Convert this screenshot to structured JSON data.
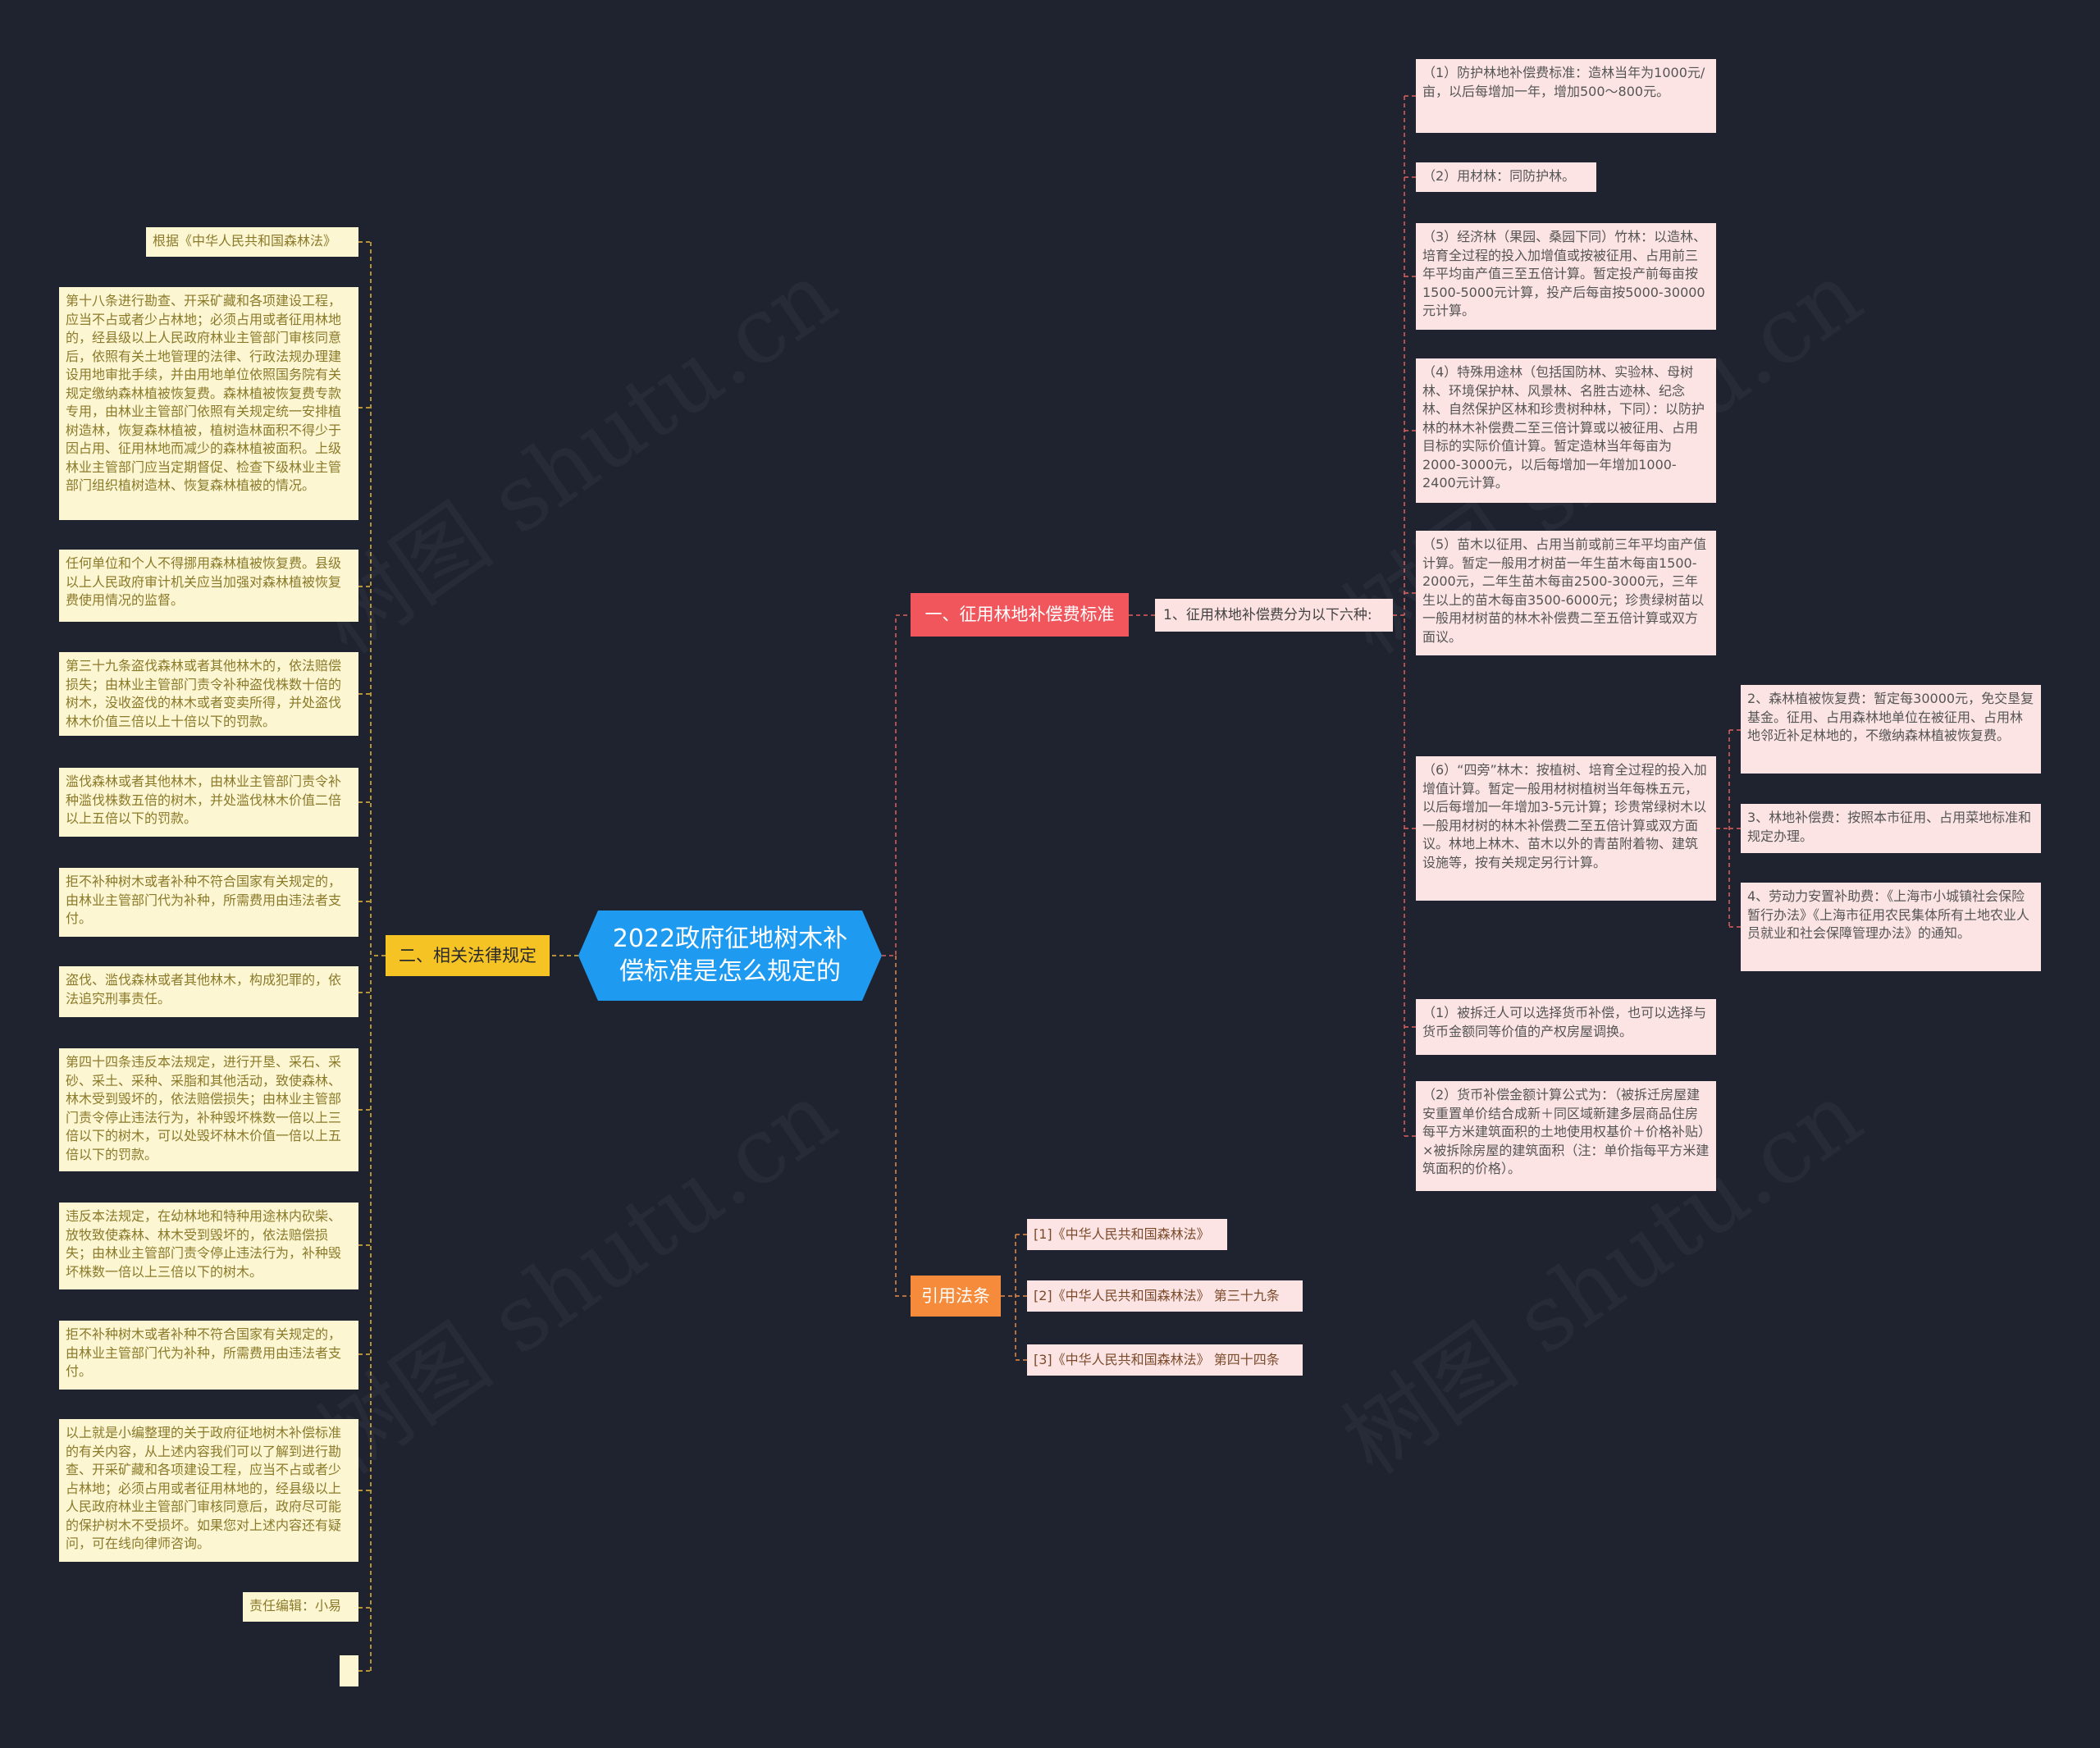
{
  "root": "2022政府征地树木补偿标准是怎么规定的",
  "branch1": {
    "label": "一、征用林地补偿费标准",
    "sub": "1、征用林地补偿费分为以下六种:",
    "items": [
      "（1）防护林地补偿费标准：造林当年为1000元/亩，以后每增加一年，增加500～800元。",
      "（2）用材林：同防护林。",
      "（3）经济林（果园、桑园下同）竹林：以造林、培育全过程的投入加增值或按被征用、占用前三年平均亩产值三至五倍计算。暂定投产前每亩按1500-5000元计算，投产后每亩按5000-30000元计算。",
      "（4）特殊用途林（包括国防林、实验林、母树林、环境保护林、风景林、名胜古迹林、纪念林、自然保护区林和珍贵树种林，下同）：以防护林的林木补偿费二至三倍计算或以被征用、占用目标的实际价值计算。暂定造林当年每亩为2000-3000元，以后每增加一年增加1000-2400元计算。",
      "（5）苗木以征用、占用当前或前三年平均亩产值计算。暂定一般用才树苗一年生苗木每亩1500-2000元，二年生苗木每亩2500-3000元，三年生以上的苗木每亩3500-6000元；珍贵绿树苗以一般用材树苗的林木补偿费二至五倍计算或双方面议。",
      "（6）“四旁”林木：按植树、培育全过程的投入加增值计算。暂定一般用材树植树当年每株五元，以后每增加一年增加3-5元计算；珍贵常绿树木以一般用材树的林木补偿费二至五倍计算或双方面议。林地上林木、苗木以外的青苗附着物、建筑设施等，按有关规定另行计算。",
      "（1）被拆迁人可以选择货币补偿，也可以选择与货币金额同等价值的产权房屋调换。",
      "（2）货币补偿金额计算公式为：（被拆迁房屋建安重置单价结合成新＋同区域新建多层商品住房每平方米建筑面积的土地使用权基价＋价格补贴）×被拆除房屋的建筑面积（注：单价指每平方米建筑面积的价格）。"
    ],
    "right": [
      "2、森林植被恢复费：暂定每30000元，免交垦复基金。征用、占用森林地单位在被征用、占用林地邻近补足林地的，不缴纳森林植被恢复费。",
      "3、林地补偿费：按照本市征用、占用菜地标准和规定办理。",
      "4、劳动力安置补助费：《上海市小城镇社会保险暂行办法》《上海市征用农民集体所有土地农业人员就业和社会保障管理办法》的通知。"
    ]
  },
  "branch2": {
    "label": "二、相关法律规定",
    "items": [
      "根据《中华人民共和国森林法》",
      "第十八条进行勘查、开采矿藏和各项建设工程，应当不占或者少占林地；必须占用或者征用林地的，经县级以上人民政府林业主管部门审核同意后，依照有关土地管理的法律、行政法规办理建设用地审批手续，并由用地单位依照国务院有关规定缴纳森林植被恢复费。森林植被恢复费专款专用，由林业主管部门依照有关规定统一安排植树造林，恢复森林植被，植树造林面积不得少于因占用、征用林地而减少的森林植被面积。上级林业主管部门应当定期督促、检查下级林业主管部门组织植树造林、恢复森林植被的情况。",
      "任何单位和个人不得挪用森林植被恢复费。县级以上人民政府审计机关应当加强对森林植被恢复费使用情况的监督。",
      "第三十九条盗伐森林或者其他林木的，依法赔偿损失；由林业主管部门责令补种盗伐株数十倍的树木，没收盗伐的林木或者变卖所得，并处盗伐林木价值三倍以上十倍以下的罚款。",
      "滥伐森林或者其他林木，由林业主管部门责令补种滥伐株数五倍的树木，并处滥伐林木价值二倍以上五倍以下的罚款。",
      "拒不补种树木或者补种不符合国家有关规定的，由林业主管部门代为补种，所需费用由违法者支付。",
      "盗伐、滥伐森林或者其他林木，构成犯罪的，依法追究刑事责任。",
      "第四十四条违反本法规定，进行开垦、采石、采砂、采土、采种、采脂和其他活动，致使森林、林木受到毁坏的，依法赔偿损失；由林业主管部门责令停止违法行为，补种毁坏株数一倍以上三倍以下的树木，可以处毁坏林木价值一倍以上五倍以下的罚款。",
      "违反本法规定，在幼林地和特种用途林内砍柴、放牧致使森林、林木受到毁坏的，依法赔偿损失；由林业主管部门责令停止违法行为，补种毁坏株数一倍以上三倍以下的树木。",
      "拒不补种树木或者补种不符合国家有关规定的，由林业主管部门代为补种，所需费用由违法者支付。",
      "以上就是小编整理的关于政府征地树木补偿标准的有关内容，从上述内容我们可以了解到进行勘查、开采矿藏和各项建设工程，应当不占或者少占林地；必须占用或者征用林地的，经县级以上人民政府林业主管部门审核同意后，政府尽可能的保护树木不受损坏。如果您对上述内容还有疑问，可在线向律师咨询。",
      "责任编辑：小易",
      ""
    ]
  },
  "branch3": {
    "label": "引用法条",
    "items": [
      "[1]《中华人民共和国森林法》",
      "[2]《中华人民共和国森林法》 第三十九条",
      "[3]《中华人民共和国森林法》 第四十四条"
    ]
  },
  "watermark": "树图 shutu.cn",
  "colors": {
    "background": "#1f2330",
    "root": "#1e9bf0",
    "branch1": "#f0565b",
    "branch2": "#f6c325",
    "branch3": "#f58b3b",
    "leaf_pink": "#fde4e4",
    "leaf_yellow": "#fdf6d2",
    "connector_red": "#e0605a",
    "connector_yellow": "#e7b83a"
  }
}
